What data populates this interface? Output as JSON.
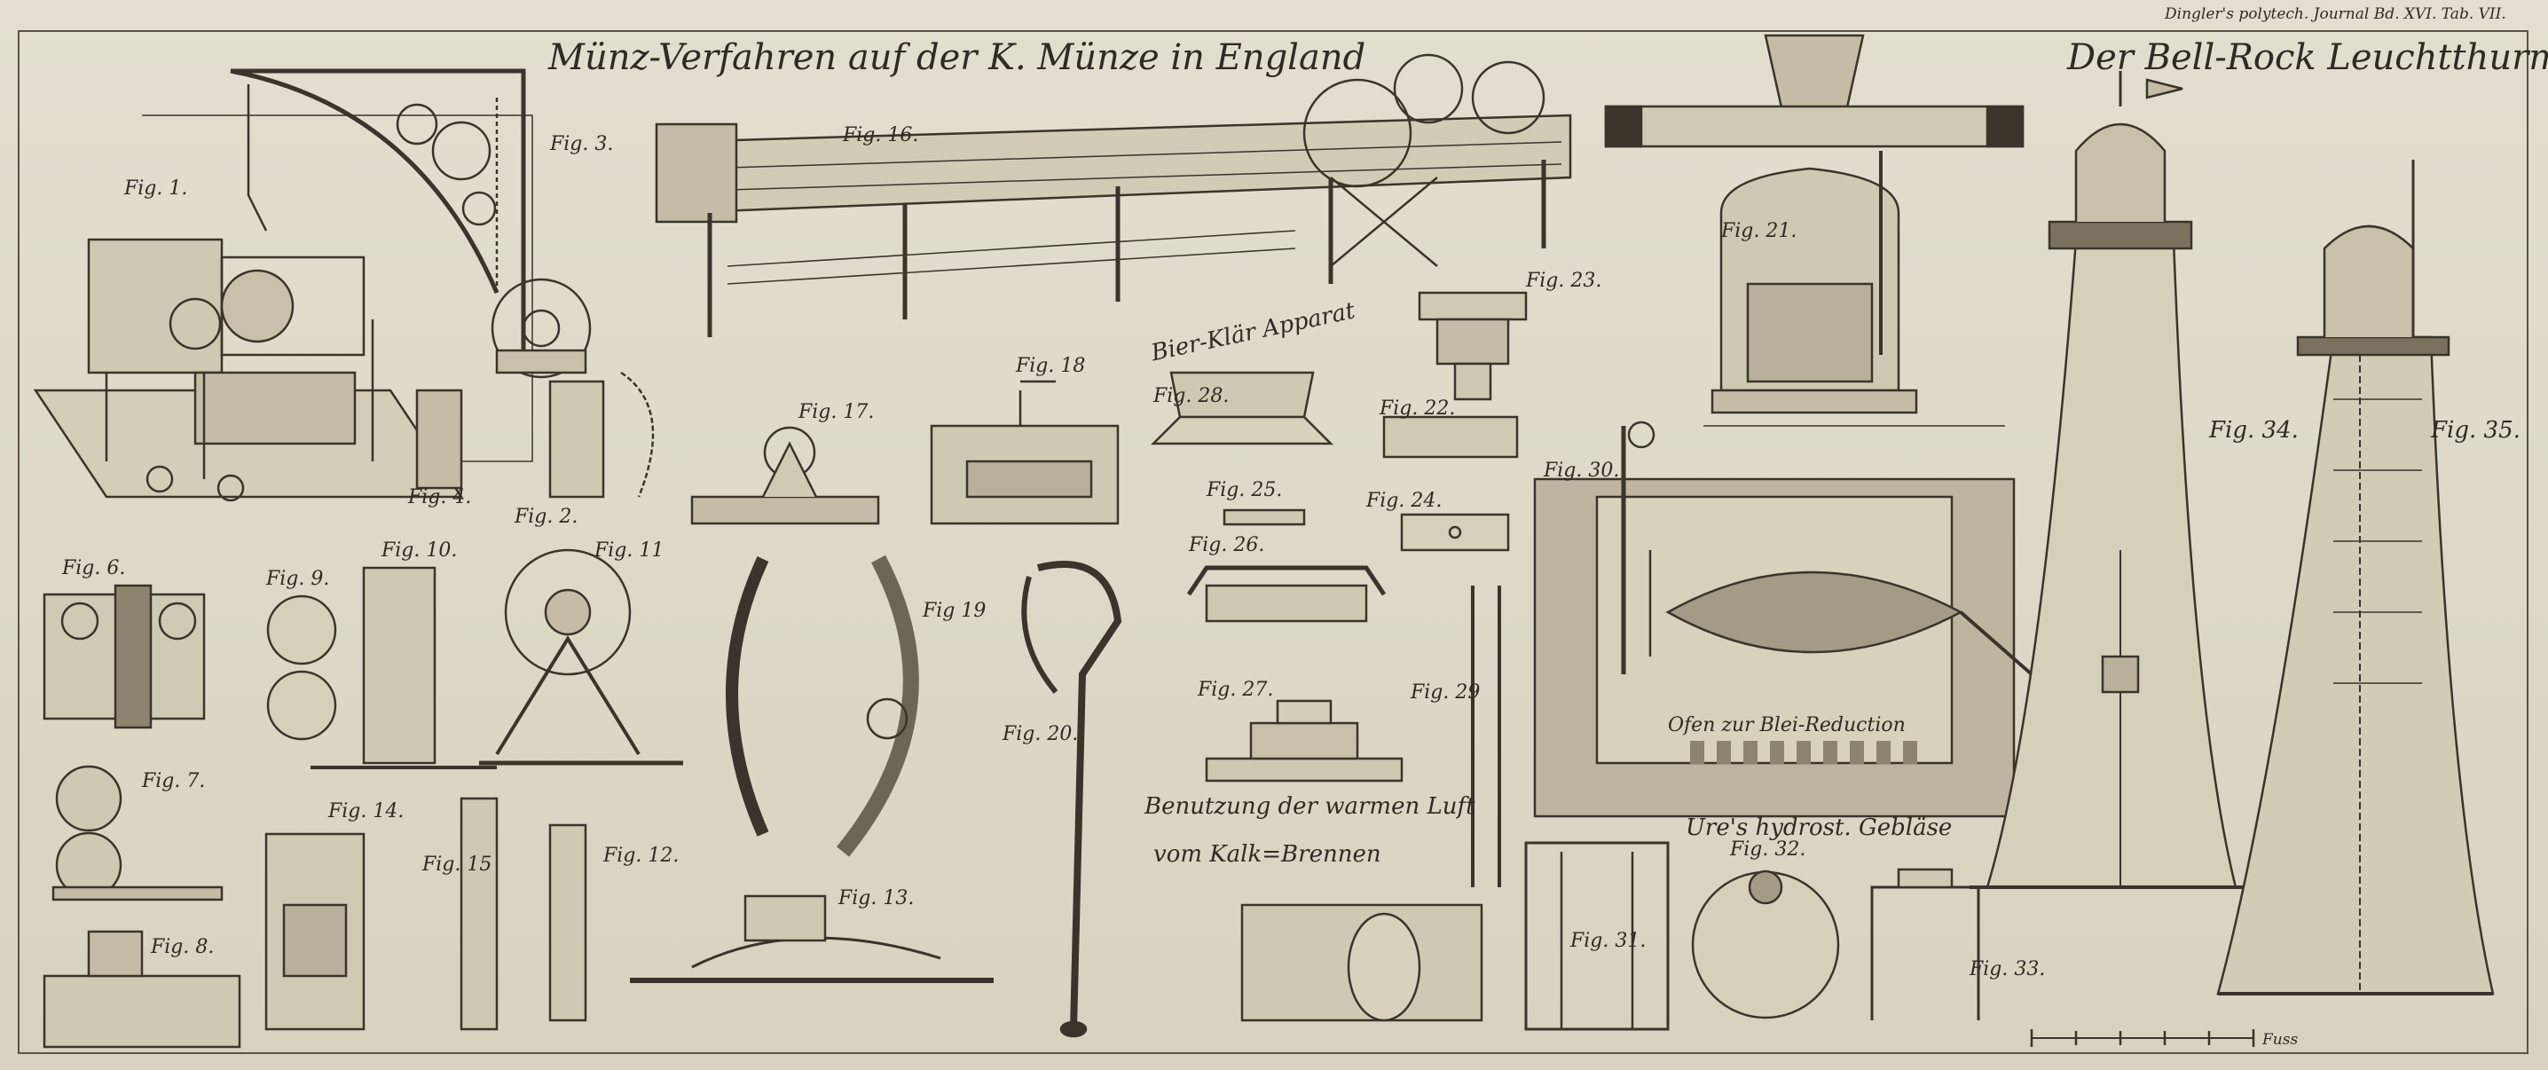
{
  "header": {
    "journal": "Dingler's polytech. Journal Bd. XVI. Tab. VII.",
    "title_left": "Münz-Verfahren auf der K. Münze in England",
    "title_right": "Der Bell-Rock Leuchtthurm"
  },
  "labels": {
    "fig1": "Fig. 1.",
    "fig2": "Fig. 2.",
    "fig3": "Fig. 3.",
    "fig4": "Fig. 4.",
    "fig6": "Fig. 6.",
    "fig7": "Fig. 7.",
    "fig8": "Fig. 8.",
    "fig9": "Fig. 9.",
    "fig10": "Fig. 10.",
    "fig11": "Fig. 11",
    "fig12": "Fig. 12.",
    "fig13": "Fig. 13.",
    "fig14": "Fig. 14.",
    "fig15": "Fig. 15",
    "fig16": "Fig. 16.",
    "fig17": "Fig. 17.",
    "fig18": "Fig. 18",
    "fig19": "Fig 19",
    "fig20": "Fig. 20.",
    "fig21": "Fig. 21.",
    "fig22": "Fig. 22.",
    "fig23": "Fig. 23.",
    "fig24": "Fig. 24.",
    "fig25": "Fig. 25.",
    "fig26": "Fig. 26.",
    "fig27": "Fig. 27.",
    "fig28": "Fig. 28.",
    "fig29": "Fig. 29",
    "fig30": "Fig. 30.",
    "fig31": "Fig. 31.",
    "fig32": "Fig. 32.",
    "fig33": "Fig. 33.",
    "fig34": "Fig. 34.",
    "fig35": "Fig. 35."
  },
  "captions": {
    "bier": "Bier-Klär Apparat",
    "ofen": "Ofen zur Blei-Reduction",
    "benutzung": "Benutzung der warmen Luft",
    "kalk": "vom Kalk=Brennen",
    "geblaese": "Ure's hydrost. Gebläse",
    "scale": "Fuss"
  },
  "colors": {
    "paper": "#e3decf",
    "ink": "#3a342a",
    "frame": "#5a5244"
  }
}
